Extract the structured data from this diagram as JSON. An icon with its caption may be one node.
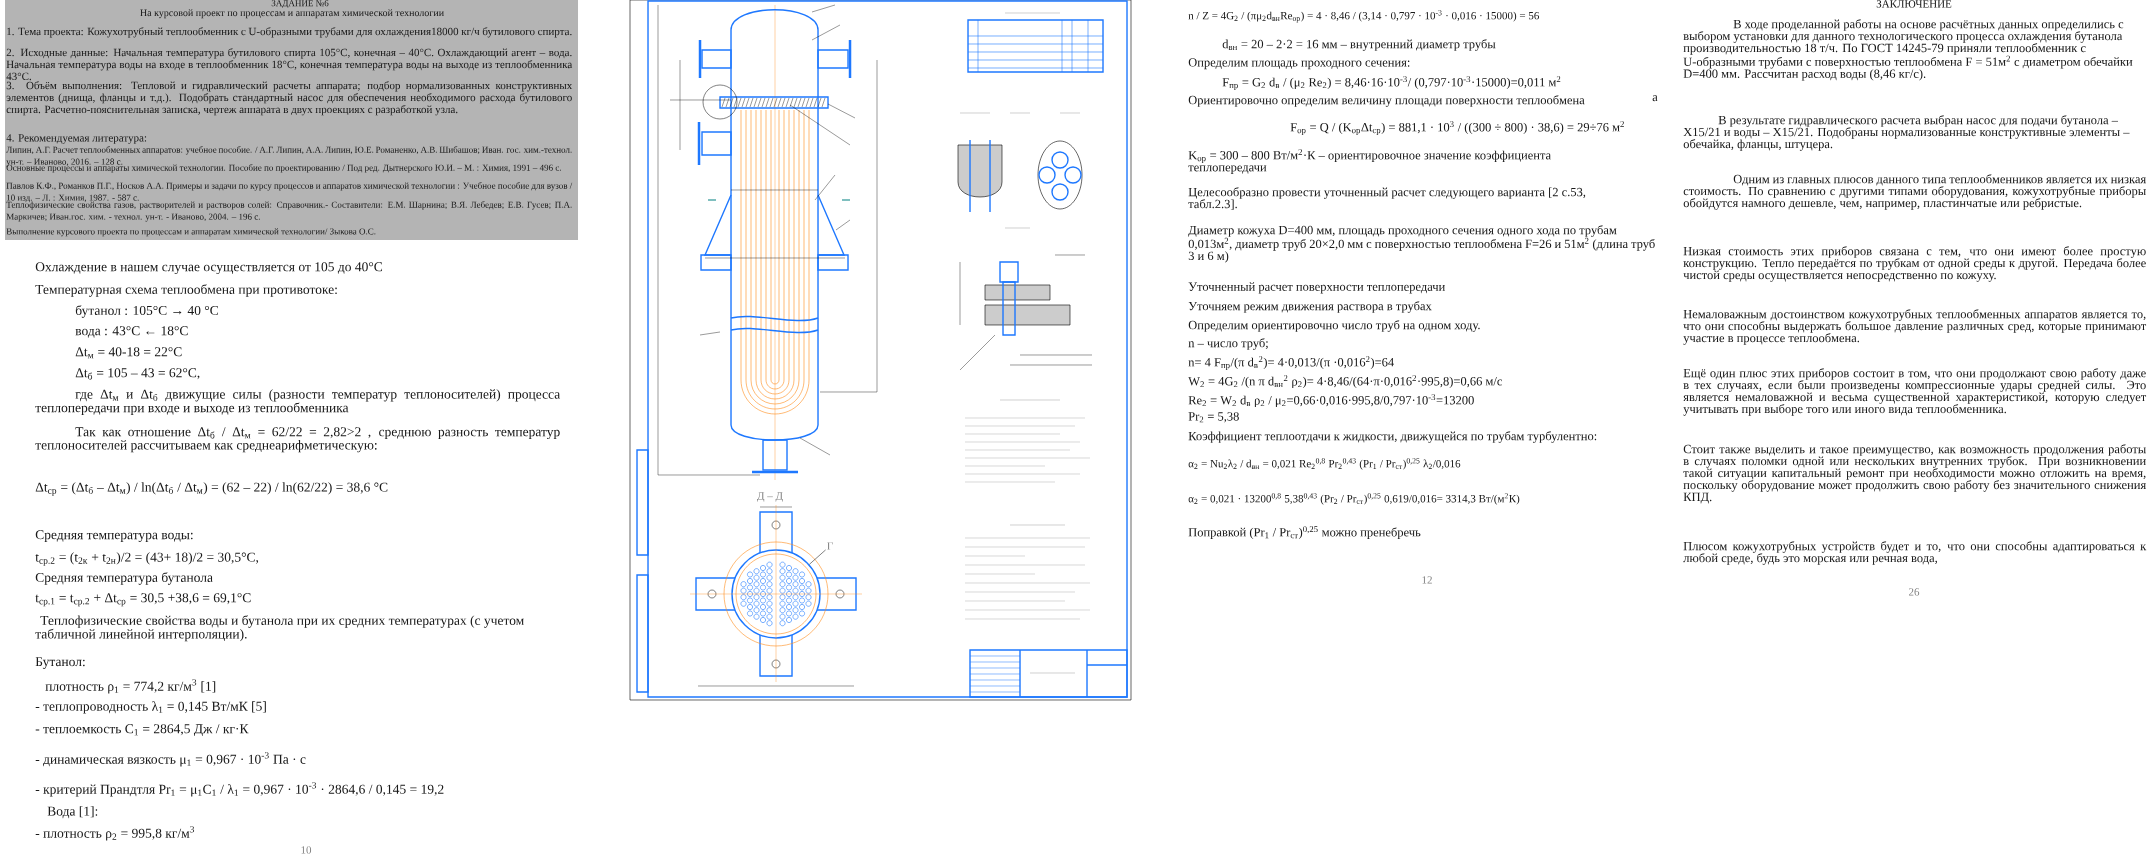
{
  "diagram": {
    "nodes": [
      {
        "text": [
          "Г"
        ]
      },
      {
        "text": [],
        "shape": "circle"
      }
    ],
    "edges": [
      {
        "from": 0,
        "to": 1,
        "arrow": "none"
      }
    ],
    "labels": [
      "ЗАДАНИЕ №6",
      "На курсовой проект по процессам и аппаратам химической технологии",
      "1. Тема проекта: Кожухотрубный теплообменник с U-образными трубами для охлаждения18000 кг/ч бутилового спирта.",
      "2. Исходные данные: Начальная температура бутилового спирта 105°С, конечная – 40°С. Охлаждающий агент – вода. Начальная температура воды на входе в теплообменник 18°С, конечная температура воды на выходе из теплообменника 43°С.",
      "3. Объём выполнения: Тепловой и гидравлический расчеты аппарата; подбор нормализованных конструктивных элементов (днища, фланцы и т.д.). Подобрать стандартный насос для обеспечения необходимого расхода бутилового спирта. Расчетно-пояснительная записка, чертеж аппарата в двух проекциях с разработкой узла.",
      "4. Рекомендуемая литература:",
      "Липин, А.Г. Расчет теплообменных аппаратов: учебное пособие. / А.Г. Липин, А.А. Липин, Ю.Е. Романенко, А.В. Шибашов; Иван. гос. хим.-технол. ун-т. – Иваново, 2016. – 128 с.",
      "Основные процессы и аппараты химической технологии. Пособие по проектированию / Под ред. Дытнерского Ю.И. – М. : Химия, 1991 – 496 с.",
      "Павлов К.Ф., Романков П.Г., Носков А.А. Примеры и задачи по курсу процессов и аппаратов химической технологии : Учебное пособие для вузов / 10 изд. – Л. : Химия, 1987. - 587 с.",
      "Теплофизические свойства газов, растворителей и растворов солей: Справочник.- Составители: Е.М. Шарнина; В.Я. Лебедев; Е.В. Гусев; П.А. Маркичев; Иван.гос. хим. - технол. ун-т. - Иваново, 2004. – 196 с.",
      "Выполнение курсового проекта по процессам и аппаратам химической технологии/ Зыкова О.С.",
      "Охлаждение в нашем случае осуществляется от 105 до 40°С",
      "Температурная схема теплообмена при противотоке:",
      "бутанол : 105°С → 40 °С",
      "вода : 43°С ← 18°С",
      "Δt$_{м}$ = 40-18 = 22°С",
      "Δt$_{б}$ = 105 – 43 = 62°С,",
      "где Δt$_{м}$ и Δt$_{б}$ движущие силы (разности температур теплоносителей) процесса теплопередачи при входе и выходе из теплообменника",
      "Так как отношение Δt$_{б}$ / Δt$_{м}$ = 62/22 = 2,82>2 , среднюю разность температур теплоносителей рассчитываем как среднеарифметическую:",
      "Δt$_{ср}$ = (Δt$_{б}$ – Δt$_{м}$) / ln(Δt$_{б}$ / Δt$_{м}$) = (62 – 22) / ln(62/22) = 38,6 °С",
      "Средняя температура воды:",
      "t$_{ср.2}$ = (t$_{2к}$ + t$_{2н}$)/2 = (43+ 18)/2 = 30,5°С,",
      "Средняя температура бутанола",
      "t$_{ср.1}$ = t$_{ср.2}$ + Δt$_{ср}$ = 30,5 +38,6 = 69,1°С",
      "Теплофизические свойства воды и бутанола при их средних температурах (с учетом табличной линейной интерполяции).",
      "Бутанол:",
      "плотность ρ$_{1}$ = 774,2 кг/м$^{3}$ [1]",
      "- теплопроводность λ$_{1}$ = 0,145 Вт/мК [5]",
      "- теплоемкость С$_{1}$ = 2864,5 Дж / кг·К",
      "- динамическая вязкость μ$_{1}$ = 0,967 · 10$^{-3}$ Па · с",
      "- критерий Прандтля Pr$_{1}$ = μ$_{1}$C$_{1}$ / λ$_{1}$ = 0,967 · 10$^{-3}$ · 2864,6 / 0,145 = 19,2",
      "Вода [1]:",
      "- плотность ρ$_{2}$ = 995,8 кг/м$^{3}$",
      "10",
      "n / Z = 4G$_{2}$ / (πμ$_{2}$d$_{вн}$Re$_{ор}$) = 4 · 8,46 / (3,14 · 0,797 · 10$^{-3}$ · 0,016 · 15000) = 56",
      "d$_{вн}$ = 20 – 2·2 = 16 мм – внутренний диаметр трубы",
      "Определим площадь проходного сечения:",
      "F$_{пр}$ = G$_{2}$ d$_{в}$ / (μ$_{2}$ Re$_{2}$) = 8,46·16·10$^{-3}$/ (0,797·10$^{-3}$·15000)=0,011 м$^{2}$",
      "Ориентировочно определим величину площади поверхности теплообмена",
      "F$_{ор}$ = Q / (K$_{ор}$Δt$_{ср}$) = 881,1 · 10$^{3}$ / ((300 ÷ 800) · 38,6) = 29÷76 м$^{2}$",
      "K$_{ор}$ = 300 – 800 Вт/м$^{2}$·К – ориентировочное значение коэффициента теплопередачи",
      "Целесообразно провести уточненный расчет следующего варианта [2 с.53, табл.2.3].",
      "Диаметр кожуха D=400 мм, площадь проходного сечения одного хода по трубам 0,013м$^{2}$, диаметр труб 20×2,0 мм с поверхностью теплообмена F=26 и 51м$^{2}$ (длина труб 3 и 6 м)",
      "Уточненный расчет поверхности теплопередачи",
      "Уточняем режим движения раствора в трубах",
      "Определим ориентировочно число труб на одном ходу.",
      "n – число труб;",
      "n= 4 F$_{пр}$/(π d$_{в}$$^{2}$)= 4·0,013/(π ·0,016$^{2}$)=64",
      "W$_{2}$ = 4G$_{2}$ /(n π d$_{вн}$$^{2}$ ρ$_{2}$)= 4·8,46/(64·π·0,016$^{2}$·995,8)=0,66 м/с",
      "Re$_{2}$ = W$_{2}$ d$_{в}$ ρ$_{2}$ / μ$_{2}$=0,66·0,016·995,8/0,797·10$^{-3}$=13200",
      "Pr$_{2}$ = 5,38",
      "Коэффициент теплоотдачи к жидкости, движущейся по трубам турбулентно:",
      "α$_{2}$ = Nu$_{2}$λ$_{2}$ / d$_{вн}$ = 0,021 Re$_{2}$$^{0,8}$ Pr$_{2}$$^{0,43}$ (Pr$_{1}$ / Pr$_{ст}$)$^{0,25}$ λ$_{2}$/0,016",
      "α$_{2}$ = 0,021 · 13200$^{0,8}$ 5,38$^{0,43}$ (Pr$_{2}$ / Pr$_{ст}$)$^{0,25}$ 0,619/0,016= 3314,3 Вт/(м$^{2}$К)",
      "Поправкой (Pr$_{1}$ / Pr$_{ст}$)$^{0,25}$ можно пренебречь",
      "12",
      "ЗАКЛЮЧЕНИЕ",
      "В ходе проделанной работы на основе расчётных данных определились с выбором установки для данного технологического процесса охлаждения бутанола производительностью 18 т/ч. По ГОСТ 14245-79 приняли теплообменник с U-образными трубами с поверхностью теплообмена F = 51м$^{2}$ с диаметром обечайки D=400 мм. Рассчитан расход воды (8,46 кг/с).",
      "В результате гидравлического расчета выбран насос для подачи бутанола – Х15/21 и воды – Х15/21. Подобраны нормализованные конструктивные элементы – обечайка, фланцы, штуцера.",
      "Одним из главных плюсов данного типа теплообменников является их низкая стоимость. По сравнению с другими типами оборудования, кожухотрубные приборы обойдутся намного дешевле, чем, например, пластинчатые или ребристые.",
      "Низкая стоимость этих приборов связана с тем, что они имеют более простую конструкцию. Тепло передаётся по трубкам от одной среды к другой. Передача более чистой среды осуществляется непосредственно по кожуху.",
      "Немаловажным достоинством кожухотрубных теплообменных аппаратов является то, что они способны выдержать большое давление различных сред, которые принимают участие в процессе теплообмена.",
      "Ещё один плюс этих приборов состоит в том, что они продолжают свою работу даже в тех случаях, если были произведены компрессионные удары средней силы. Это является немаловажной и весьма существенной характеристикой, которую следует учитывать при выборе того или иного вида теплообменника.",
      "Стоит также выделить и такое преимущество, как возможность продолжения работы в случаях поломки одной или нескольких внутренних трубок. При возникновении такой ситуации капитальный ремонт при необходимости можно отложить на время, поскольку оборудование может продолжить свою работу без значительного снижения КПД.",
      "Плюсом кожухотрубных устройств будет и то, что они способны адаптироваться к любой среде, будь это морская или речная вода,",
      "26",
      "а",
      "Д – Д"
    ]
  }
}
